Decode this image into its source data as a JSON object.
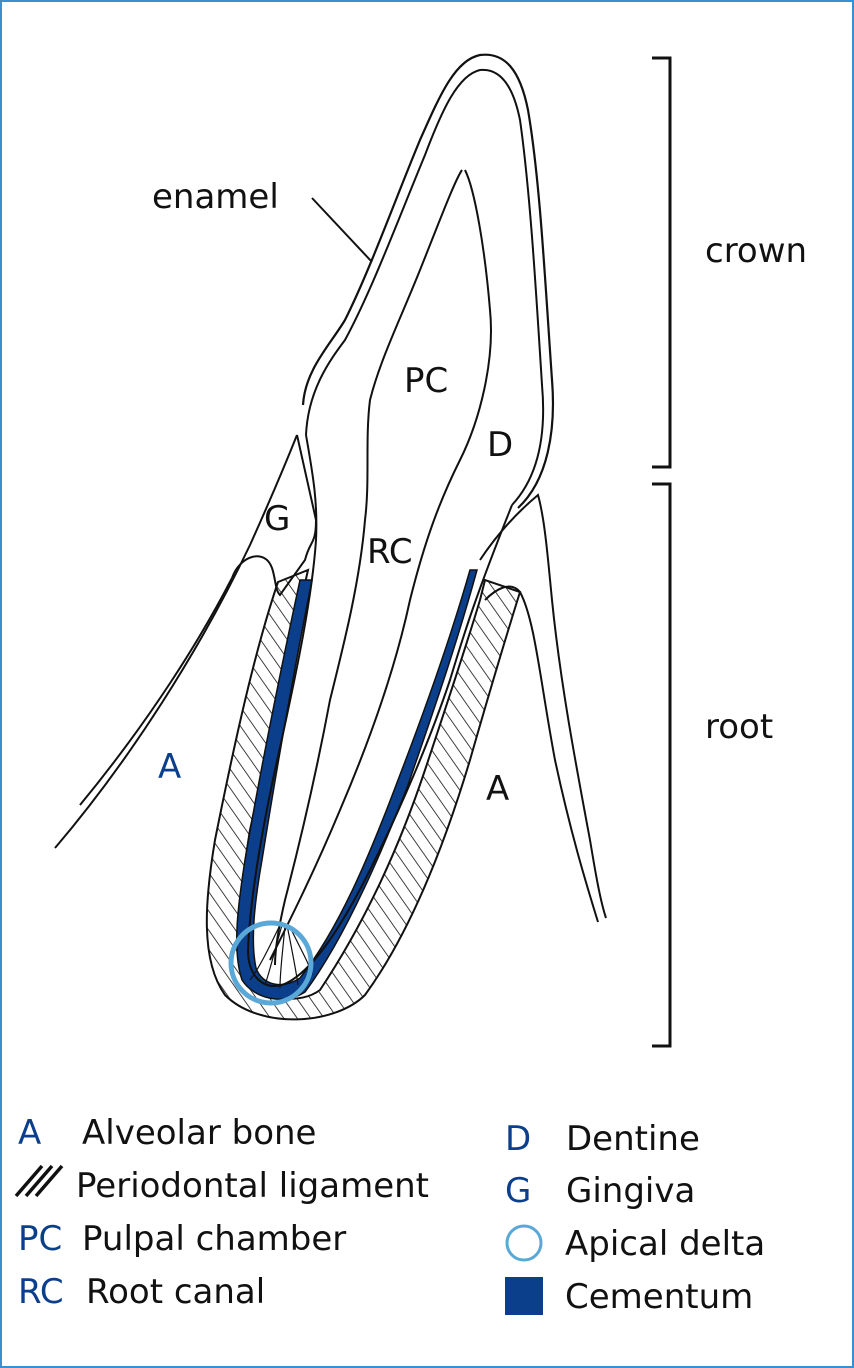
{
  "labels": {
    "enamel": "enamel",
    "pc": "PC",
    "d": "D",
    "g": "G",
    "rc": "RC",
    "a_left": "A",
    "a_right": "A",
    "crown": "crown",
    "root": "root"
  },
  "legend": {
    "left": [
      {
        "code": "A",
        "text": "Alveolar bone"
      },
      {
        "code": "",
        "text": "Periodontal ligament"
      },
      {
        "code": "PC",
        "text": "Pulpal chamber"
      },
      {
        "code": "RC",
        "text": "Root canal"
      }
    ],
    "right": [
      {
        "code": "D",
        "text": "Dentine"
      },
      {
        "code": "G",
        "text": "Gingiva"
      },
      {
        "code": "",
        "text": "Apical delta"
      },
      {
        "code": "",
        "text": "Cementum"
      }
    ]
  },
  "colors": {
    "cementum": "#0b3f8c",
    "apical_delta": "#5aa8d8",
    "border": "#3a8fd0",
    "code_text": "#0b3f8c"
  }
}
